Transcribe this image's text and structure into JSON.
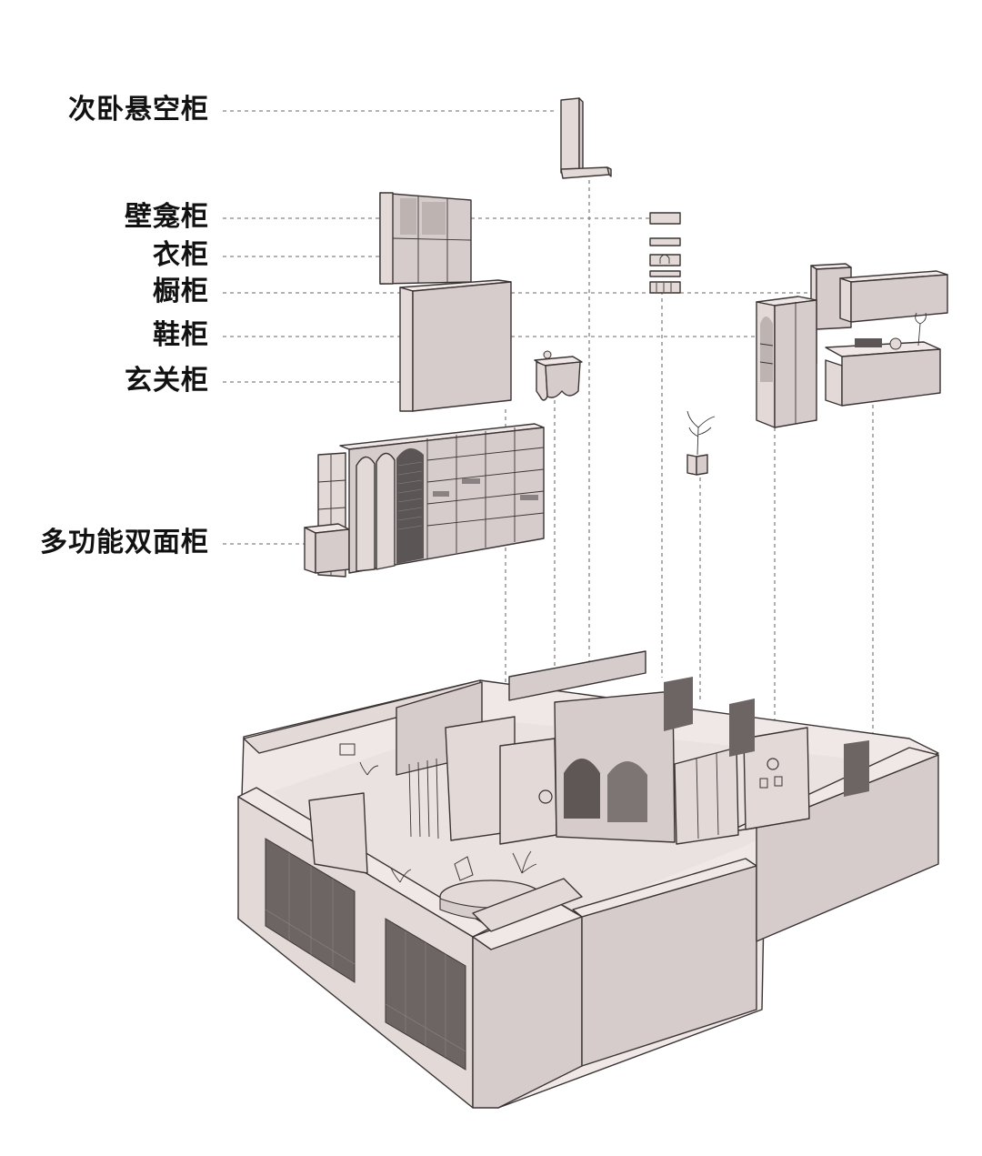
{
  "labels": [
    {
      "id": "l1",
      "text": "次卧悬空柜"
    },
    {
      "id": "l2",
      "text": "壁龛柜"
    },
    {
      "id": "l3",
      "text": "衣柜"
    },
    {
      "id": "l4",
      "text": "橱柜"
    },
    {
      "id": "l5",
      "text": "鞋柜"
    },
    {
      "id": "l6",
      "text": "玄关柜"
    },
    {
      "id": "l7",
      "text": "多功能双面柜"
    }
  ],
  "colors": {
    "model": "#e3dad8",
    "edge": "#3a3434",
    "leader": "#8a8282",
    "text": "#111111"
  }
}
